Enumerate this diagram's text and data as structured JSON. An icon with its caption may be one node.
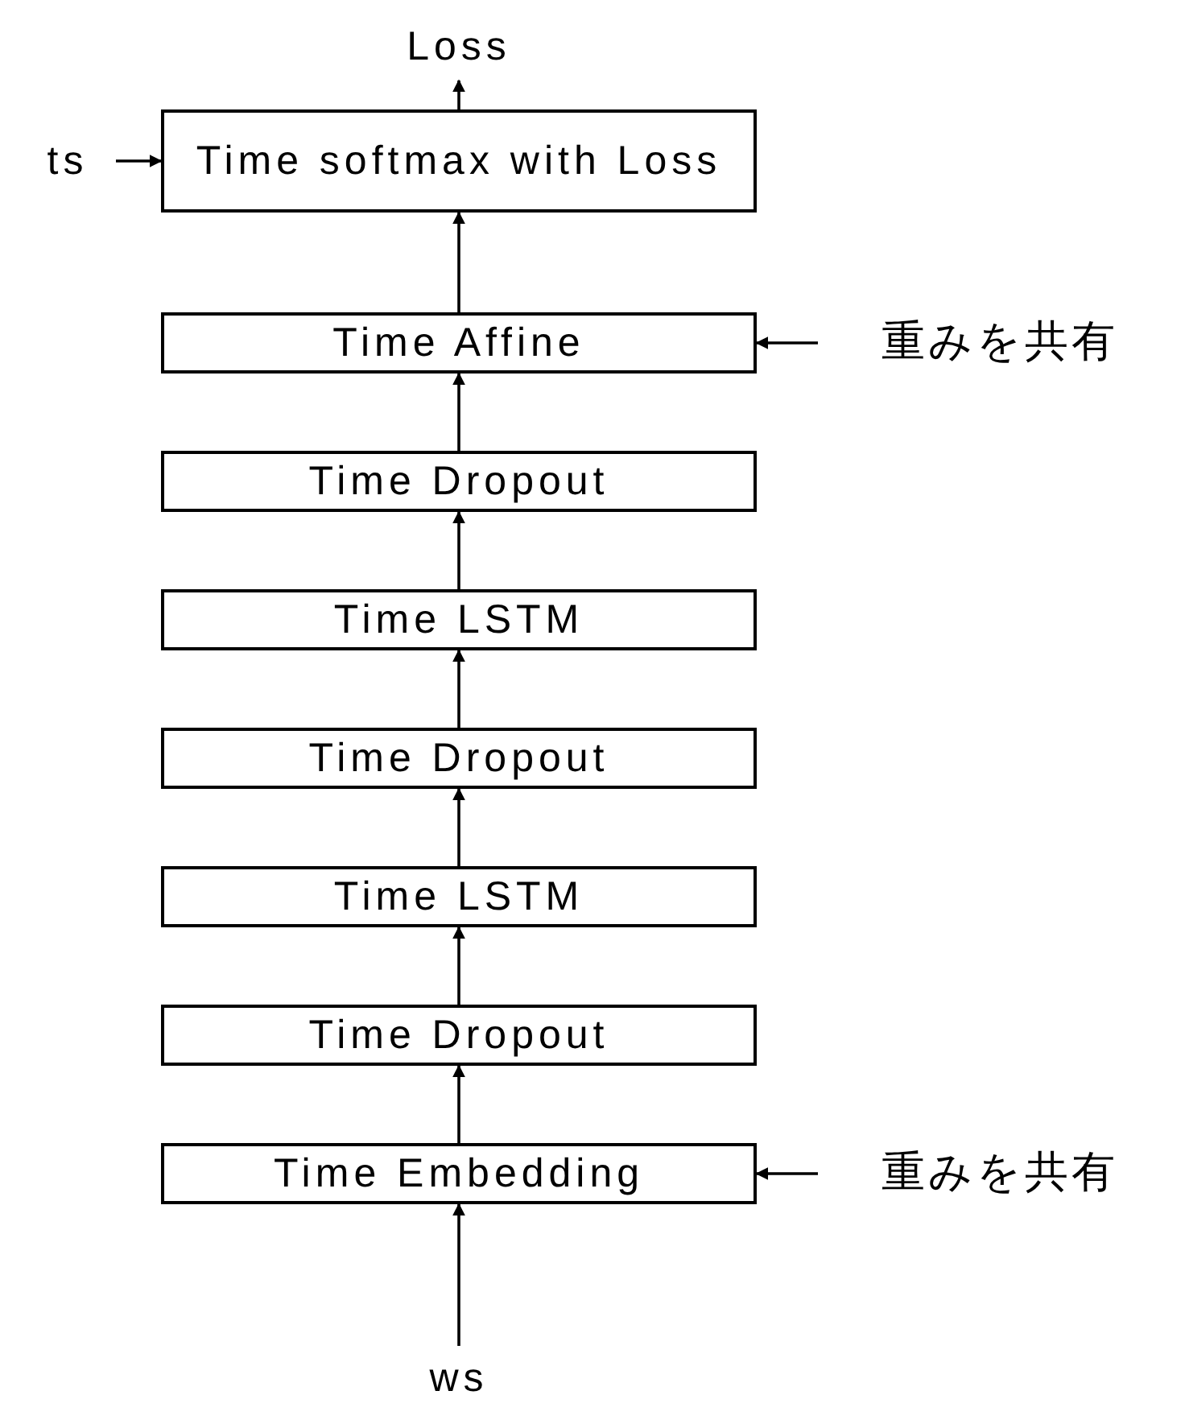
{
  "diagram": {
    "nodes": [
      {
        "text": [
          "Loss"
        ]
      },
      {
        "text": [
          "Time softmax with Loss"
        ]
      },
      {
        "text": [
          "ts"
        ]
      },
      {
        "text": [
          "Time Affine"
        ]
      },
      {
        "text": [
          "重みを共有"
        ]
      },
      {
        "text": [
          "Time Dropout"
        ]
      },
      {
        "text": [
          "Time LSTM"
        ]
      },
      {
        "text": [
          "Time Dropout"
        ]
      },
      {
        "text": [
          "Time LSTM"
        ]
      },
      {
        "text": [
          "Time Dropout"
        ]
      },
      {
        "text": [
          "Time Embedding"
        ]
      },
      {
        "text": [
          "重みを共有"
        ]
      },
      {
        "text": [
          "ws"
        ]
      }
    ],
    "edges": [
      {
        "from": 1,
        "to": 0,
        "arrow": "to"
      },
      {
        "from": 2,
        "to": 1,
        "arrow": "to"
      },
      {
        "from": 3,
        "to": 1,
        "arrow": "to"
      },
      {
        "from": 4,
        "to": 3,
        "arrow": "to"
      },
      {
        "from": 5,
        "to": 3,
        "arrow": "to"
      },
      {
        "from": 6,
        "to": 5,
        "arrow": "to"
      },
      {
        "from": 7,
        "to": 6,
        "arrow": "to"
      },
      {
        "from": 8,
        "to": 7,
        "arrow": "to"
      },
      {
        "from": 9,
        "to": 8,
        "arrow": "to"
      },
      {
        "from": 10,
        "to": 9,
        "arrow": "to"
      },
      {
        "from": 11,
        "to": 10,
        "arrow": "to"
      },
      {
        "from": 12,
        "to": 10,
        "arrow": "to"
      }
    ]
  }
}
